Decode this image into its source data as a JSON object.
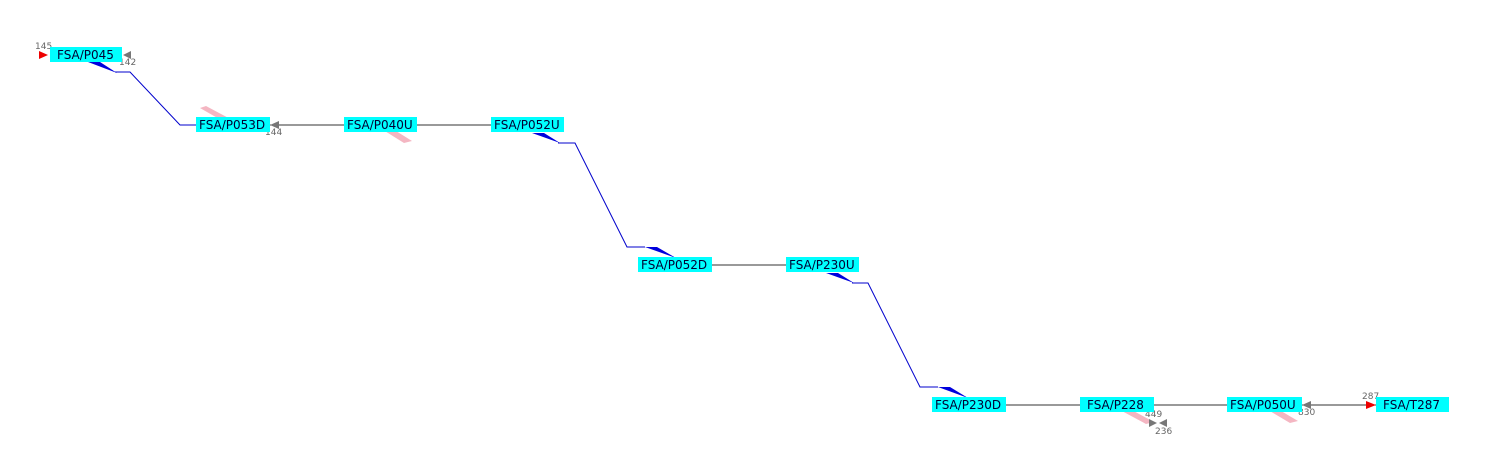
{
  "diagram": {
    "nodes": {
      "p045": "FSA/P045",
      "p053d": "FSA/P053D",
      "p040u": "FSA/P040U",
      "p052u": "FSA/P052U",
      "p052d": "FSA/P052D",
      "p230u": "FSA/P230U",
      "p230d": "FSA/P230D",
      "p228": "FSA/P228",
      "p050u": "FSA/P050U",
      "t287": "FSA/T287"
    },
    "markers": {
      "n145": "145",
      "n142": "142",
      "n144": "144",
      "n449": "449",
      "n236": "236",
      "n830": "830",
      "n287": "287"
    },
    "colors": {
      "node_fill": "#00ffff",
      "link": "#0000cc",
      "flag_blue": "#0000dd",
      "flag_pink": "#f4b6c2",
      "arrow_red": "#ee0000",
      "arrow_gray": "#777777",
      "thin_line": "#333333"
    }
  }
}
